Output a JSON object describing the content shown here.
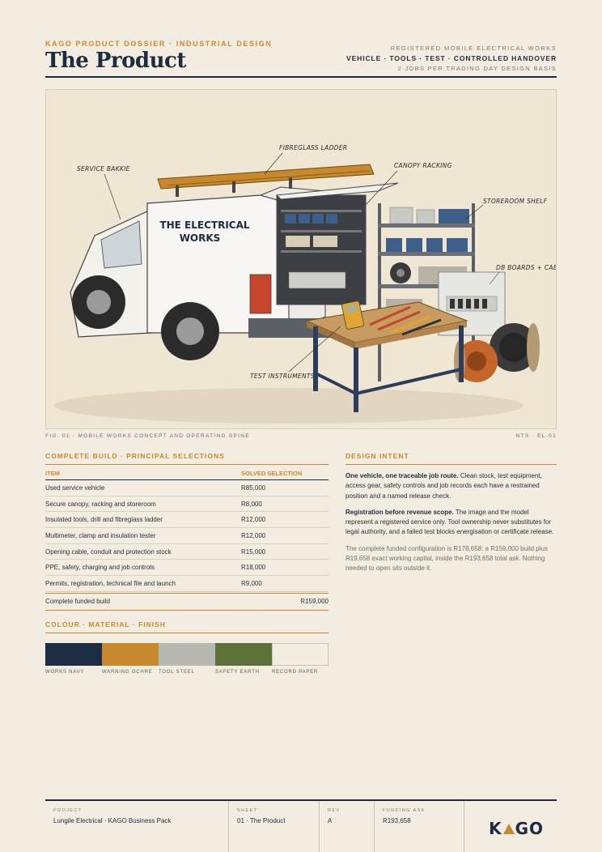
{
  "header": {
    "kicker": "KAGO PRODUCT DOSSIER · INDUSTRIAL DESIGN",
    "title": "The Product",
    "right_line1": "REGISTERED MOBILE ELECTRICAL WORKS",
    "right_line2": "VEHICLE · TOOLS · TEST · CONTROLLED HANDOVER",
    "right_line3": "2 JOBS PER TRADING DAY DESIGN BASIS"
  },
  "figure": {
    "callouts": {
      "bakkie": "SERVICE BAKKIE",
      "ladder": "FIBREGLASS LADDER",
      "racking": "CANOPY RACKING",
      "shelf": "STOREROOM SHELF",
      "db": "DB BOARDS + CABLE",
      "test": "TEST INSTRUMENTS"
    },
    "vehicle_text_1": "THE ELECTRICAL",
    "vehicle_text_2": "WORKS",
    "caption": "FIG. 01 · MOBILE WORKS CONCEPT AND OPERATING SPINE",
    "ref": "NTS · EL-01"
  },
  "build": {
    "heading": "COMPLETE BUILD · PRINCIPAL SELECTIONS",
    "col_item": "ITEM",
    "col_selection": "SOLVED SELECTION",
    "rows": [
      {
        "item": "Used service vehicle",
        "value": "R85,000"
      },
      {
        "item": "Secure canopy, racking and storeroom",
        "value": "R8,000"
      },
      {
        "item": "Insulated tools, drill and fibreglass ladder",
        "value": "R12,000"
      },
      {
        "item": "Multimeter, clamp and insulation tester",
        "value": "R12,000"
      },
      {
        "item": "Opening cable, conduit and protection stock",
        "value": "R15,000"
      },
      {
        "item": "PPE, safety, charging and job controls",
        "value": "R18,000"
      },
      {
        "item": "Permits, registration, technical file and launch",
        "value": "R9,000"
      }
    ],
    "total_label": "Complete funded build",
    "total_value": "R159,000"
  },
  "colour": {
    "heading": "COLOUR · MATERIAL · FINISH",
    "swatches": [
      {
        "label": "WORKS NAVY",
        "color": "#1c2c42"
      },
      {
        "label": "WARNING OCHRE",
        "color": "#c8892d"
      },
      {
        "label": "TOOL STEEL",
        "color": "#b8b8b3"
      },
      {
        "label": "SAFETY EARTH",
        "color": "#5d7038"
      },
      {
        "label": "RECORD PAPER",
        "color": "#f3ede1"
      }
    ]
  },
  "intent": {
    "heading": "DESIGN INTENT",
    "p1_bold": "One vehicle, one traceable job route.",
    "p1_text": " Clean stock, test equipment, access gear, safety controls and job records each have a restrained position and a named release check.",
    "p2_bold": "Registration before revenue scope.",
    "p2_text": " The image and the model represent a registered service only. Tool ownership never substitutes for legal authority, and a failed test blocks energisation or certificate release.",
    "p3": "The complete funded configuration is R178,658: a R159,000 build plus R19,658 exact working capital, inside the R193,658 total ask. Nothing needed to open sits outside it."
  },
  "footer": {
    "project_label": "PROJECT",
    "project_value": "Lungile Electrical · KAGO Business Pack",
    "sheet_label": "SHEET",
    "sheet_value": "01 · The Product",
    "rev_label": "REV",
    "rev_value": "A",
    "funding_label": "FUNDING ASK",
    "funding_value": "R193,658",
    "logo_left": "K",
    "logo_right": "GO"
  }
}
